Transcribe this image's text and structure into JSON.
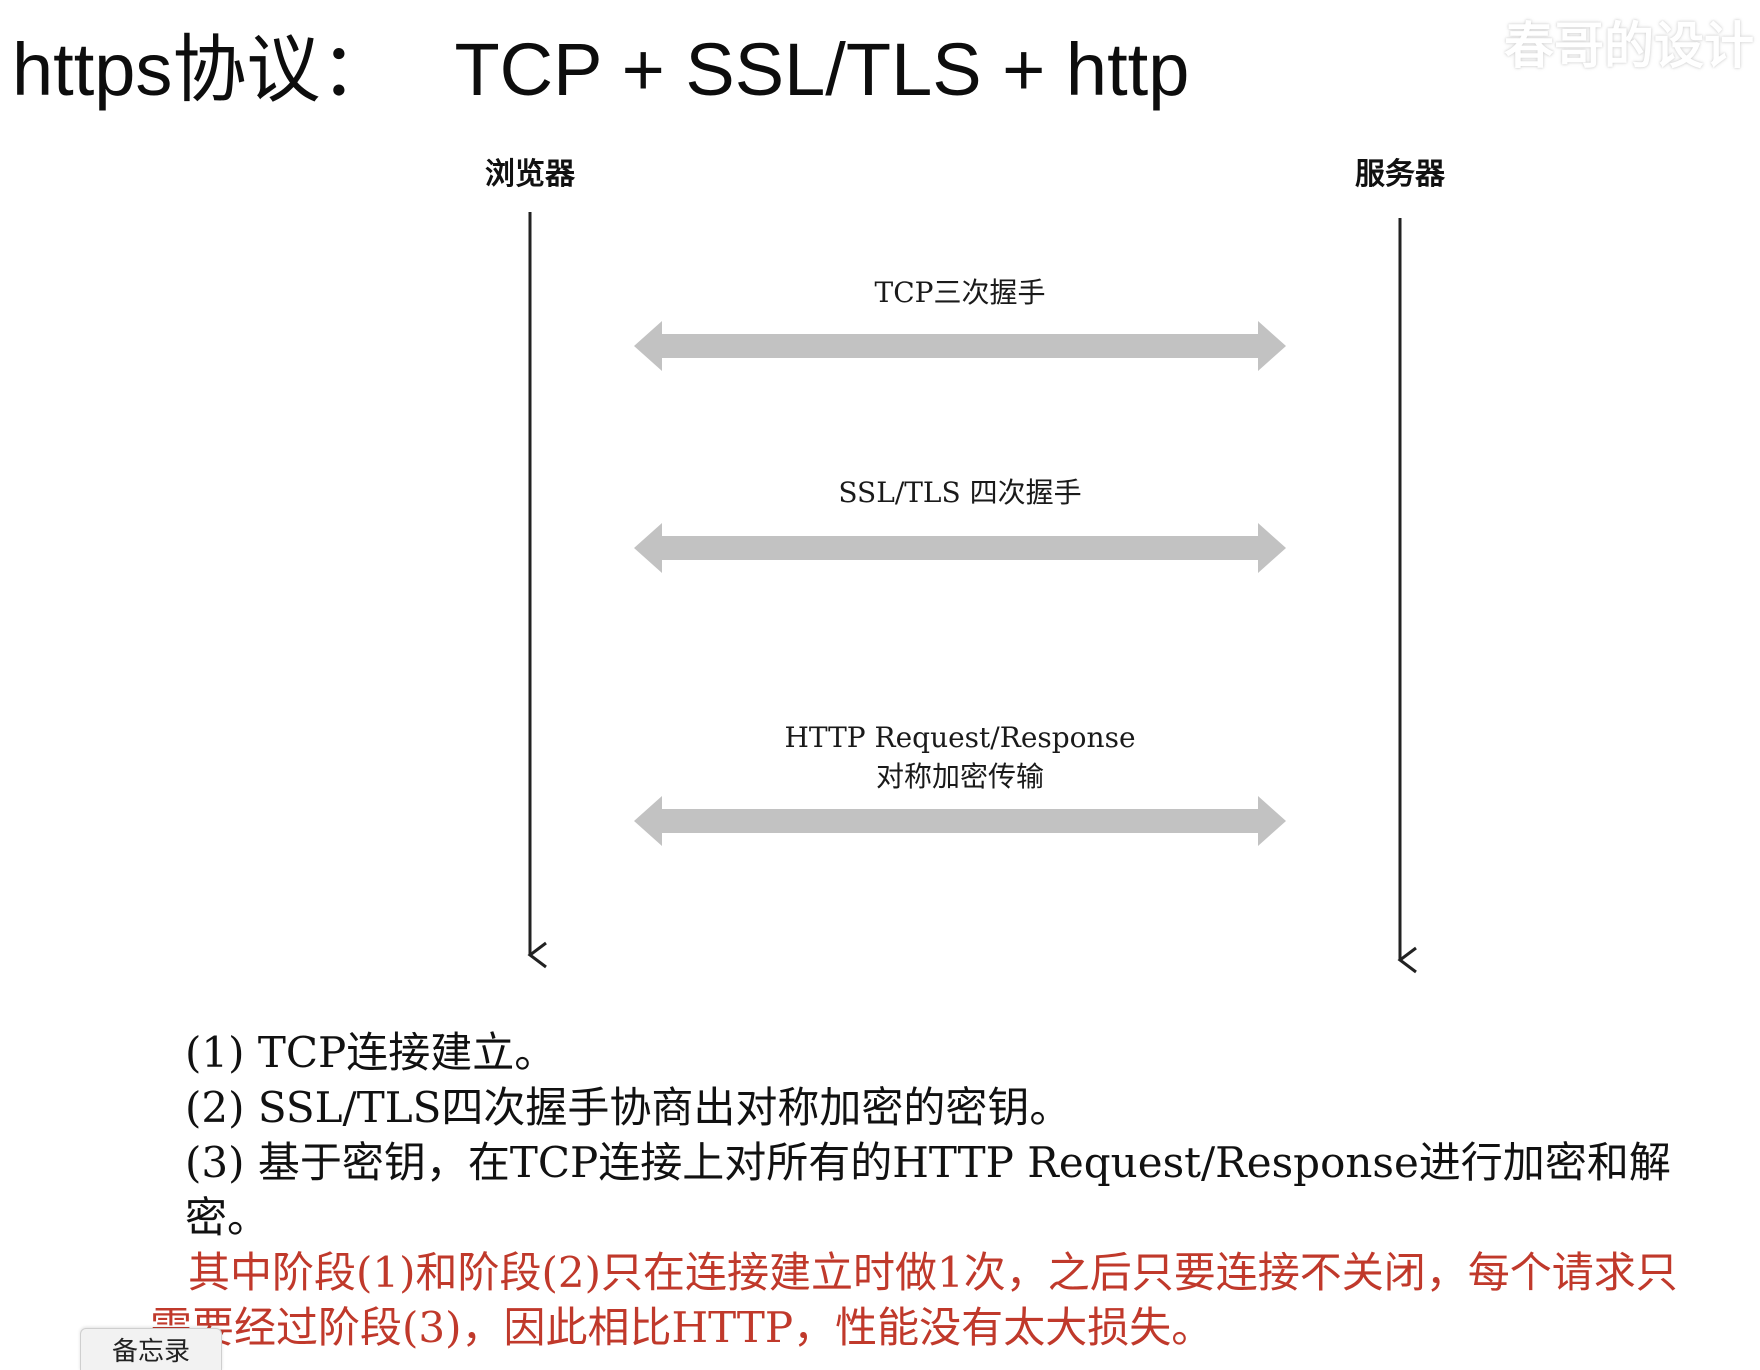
{
  "title": {
    "prefix": "https协议：",
    "formula": "TCP + SSL/TLS + http"
  },
  "watermark": "春哥的设计",
  "diagram": {
    "left_party": "浏览器",
    "right_party": "服务器",
    "messages": [
      {
        "label_lines": [
          "TCP三次握手"
        ]
      },
      {
        "label_lines": [
          "SSL/TLS 四次握手"
        ]
      },
      {
        "label_lines": [
          "HTTP Request/Response",
          "对称加密传输"
        ]
      }
    ],
    "colors": {
      "lifeline": "#222222",
      "message_arrow": "#c2c2c2"
    }
  },
  "notes": {
    "step1": "(1) TCP连接建立。",
    "step2": "(2) SSL/TLS四次握手协商出对称加密的密钥。",
    "step3": "(3) 基于密钥，在TCP连接上对所有的HTTP Request/Response进行加密和解密。",
    "summary": "其中阶段(1)和阶段(2)只在连接建立时做1次，之后只要连接不关闭，每个请求只需要经过阶段(3)，因此相比HTTP，性能没有太大损失。",
    "summary_color": "#c0392b"
  },
  "memo_tab": "备忘录"
}
